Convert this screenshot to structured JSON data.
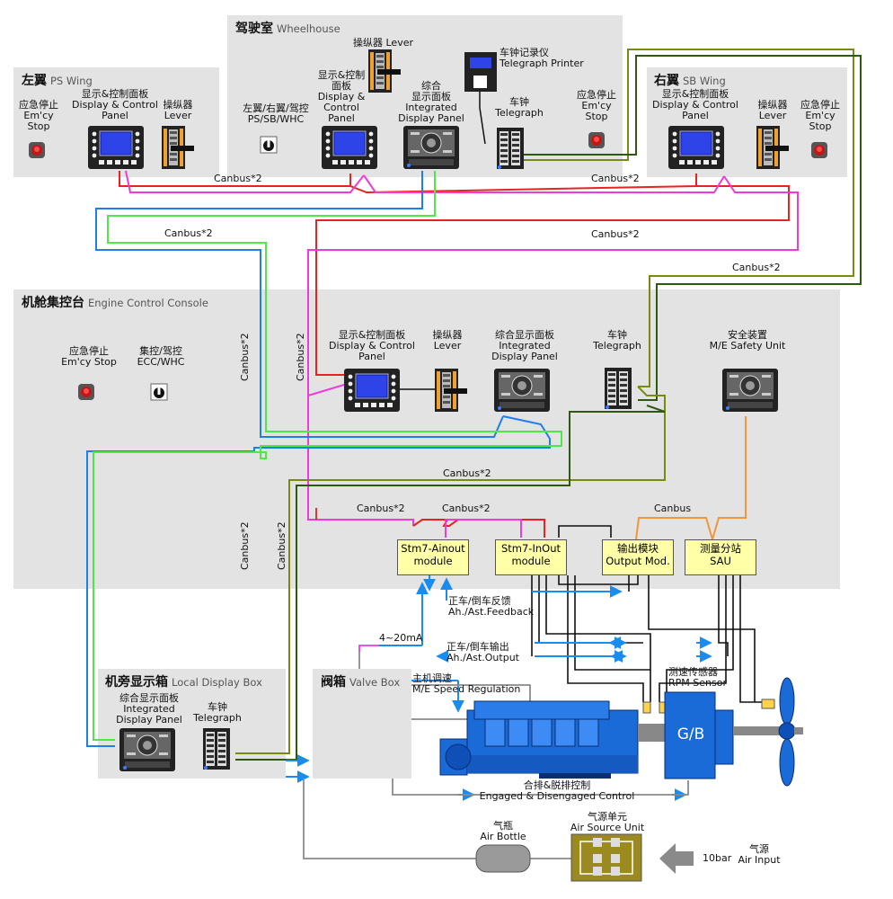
{
  "wheelhouse": {
    "title_cn": "驾驶室",
    "title_en": "Wheelhouse"
  },
  "ps_wing": {
    "title_cn": "左翼",
    "title_en": "PS Wing"
  },
  "sb_wing": {
    "title_cn": "右翼",
    "title_en": "SB Wing"
  },
  "ecc": {
    "title_cn": "机舱集控台",
    "title_en": "Engine Control Console"
  },
  "local_box": {
    "title_cn": "机旁显示箱",
    "title_en": "Local Display Box"
  },
  "valve_box": {
    "title_cn": "阀箱",
    "title_en": "Valve Box"
  },
  "labels": {
    "emcy_cn": "应急停止",
    "emcy_en1": "Em'cy",
    "emcy_en2": "Stop",
    "emcy_en_single": "Em'cy Stop",
    "dcp_cn": "显示&控制面板",
    "dcp_en1": "Display & Control",
    "dcp_en2": "Panel",
    "dcp_cn1": "显示&控制",
    "dcp_cn2": "面板",
    "dcp_en1a": "Display &",
    "dcp_en2a": "Control",
    "dcp_en3a": "Panel",
    "lever_cn": "操纵器",
    "lever_en": "Lever",
    "lever_combined": "操纵器 Lever",
    "idp_cn": "综合",
    "idp_cn2": "显示面板",
    "idp_en1": "Integrated",
    "idp_en2": "Display Panel",
    "idp_cn_full": "综合显示面板",
    "idp_en_display": "Display Panel",
    "printer_cn": "车钟记录仪",
    "printer_en": "Telegraph Printer",
    "telegraph_cn": "车钟",
    "telegraph_en": "Telegraph",
    "wing_sel_cn": "左翼/右翼/驾控",
    "wing_sel_en": "PS/SB/WHC",
    "ecc_sel_cn": "集控/驾控",
    "ecc_sel_en": "ECC/WHC",
    "safety_cn": "安全装置",
    "safety_en": "M/E Safety Unit",
    "feedback_cn": "正车/倒车反馈",
    "feedback_en": "Ah./Ast.Feedback",
    "output_cn": "正车/倒车输出",
    "output_en": "Ah./Ast.Output",
    "ma": "4~20mA",
    "speed_cn": "主机调速",
    "speed_en": "M/E Speed Regulation",
    "rpm_cn": "测速传感器",
    "rpm_en": "RPM Sensor",
    "engage_cn": "合排&脱排控制",
    "engage_en": "Engaged & Disengaged Control",
    "bottle_cn": "气瓶",
    "bottle_en": "Air Bottle",
    "asu_cn": "气源单元",
    "asu_en": "Air Source Unit",
    "air_cn": "气源",
    "air_en": "Air Input",
    "bar": "10bar",
    "gb": "G/B"
  },
  "canbus": {
    "c2": "Canbus*2",
    "c1": "Canbus"
  },
  "modules": {
    "ainout_1": "Stm7-Ainout",
    "ainout_2": "module",
    "inout_1": "Stm7-InOut",
    "inout_2": "module",
    "output_1": "输出模块",
    "output_2": "Output Mod.",
    "sau_1": "测量分站",
    "sau_2": "SAU"
  },
  "colors": {
    "red": "#e8221f",
    "magenta": "#ee3ad9",
    "blue": "#1f7ee8",
    "green": "#4ee84a",
    "olive": "#7a8a10",
    "darkgreen": "#2e5a10",
    "orange": "#f2963a",
    "black": "#111111",
    "grey": "#8a8a8a",
    "arrowblue": "#1a8cf0",
    "engineblue": "#1a6ad8"
  }
}
